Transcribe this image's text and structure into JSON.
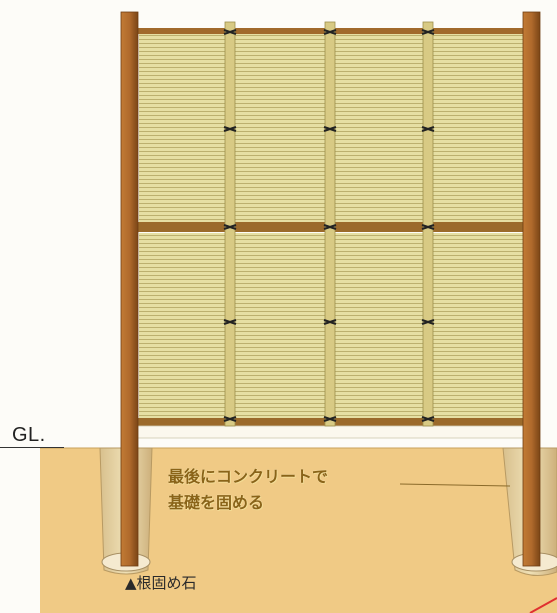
{
  "ground_label": "GL.",
  "instruction_line1": "最後にコンクリートで",
  "instruction_line2": "基礎を固める",
  "stone_label": "▲根固め石",
  "colors": {
    "soil": "#f3cf8c",
    "post": "#a8652a",
    "rail": "#9b6a2b",
    "screen": "#e4dda0",
    "slat_line": "#b8ad6a",
    "bamboo_stake": "#d9cb82"
  },
  "icons": {
    "tie_knot": "binding-knot-icon"
  }
}
